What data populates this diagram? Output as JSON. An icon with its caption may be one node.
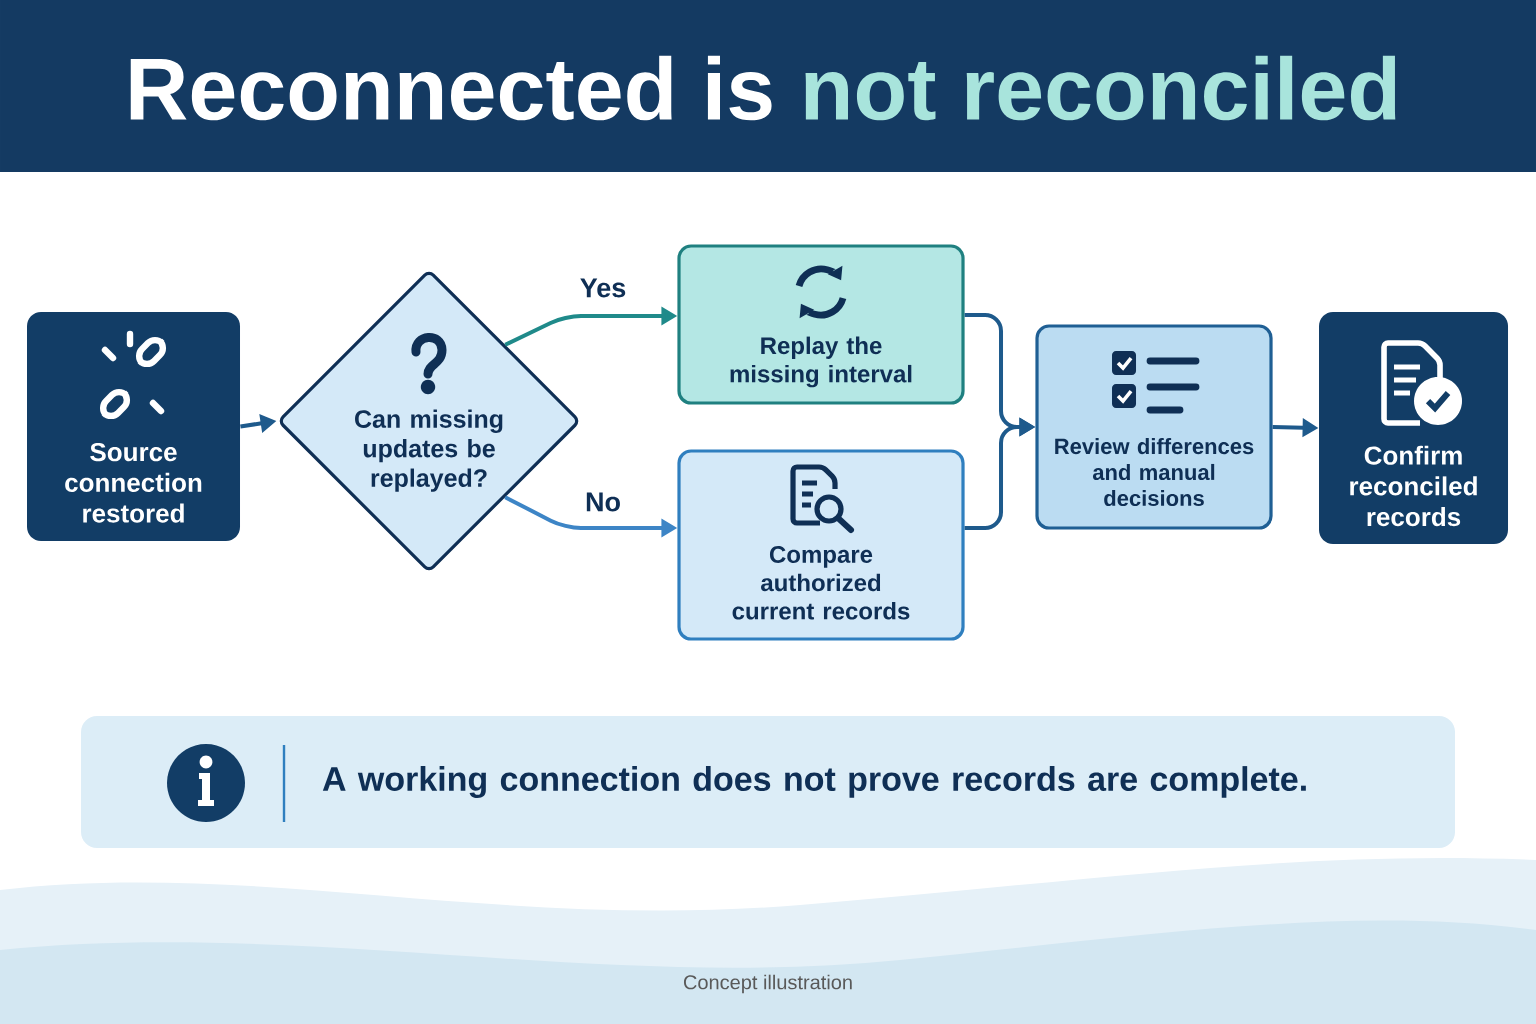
{
  "diagram": {
    "title": "Reconnected is **not reconciled**",
    "caption": "Concept illustration",
    "nodes": [
      {
        "text": [
          "Source connection restored"
        ]
      },
      {
        "text": [
          "Can missing updates be replayed?"
        ]
      },
      {
        "text": [
          "Replay the missing interval"
        ]
      },
      {
        "text": [
          "Compare authorized current records"
        ]
      },
      {
        "text": [
          "Review differences and manual decisions"
        ]
      },
      {
        "text": [
          "Confirm reconciled records"
        ]
      },
      {
        "text": [
          "A working connection does not prove records are complete."
        ]
      }
    ],
    "edges": [
      {
        "from": 0,
        "to": 1,
        "arrow": "to"
      },
      {
        "from": 1,
        "to": 2,
        "arrow": "to",
        "label": "Yes",
        "color": "#1f8a8a"
      },
      {
        "from": 1,
        "to": 3,
        "arrow": "to",
        "label": "No",
        "color": "#3d85c6"
      },
      {
        "from": 2,
        "to": 4,
        "arrow": "to"
      },
      {
        "from": 3,
        "to": 4,
        "arrow": "to"
      },
      {
        "from": 4,
        "to": 5,
        "arrow": "to"
      }
    ]
  }
}
